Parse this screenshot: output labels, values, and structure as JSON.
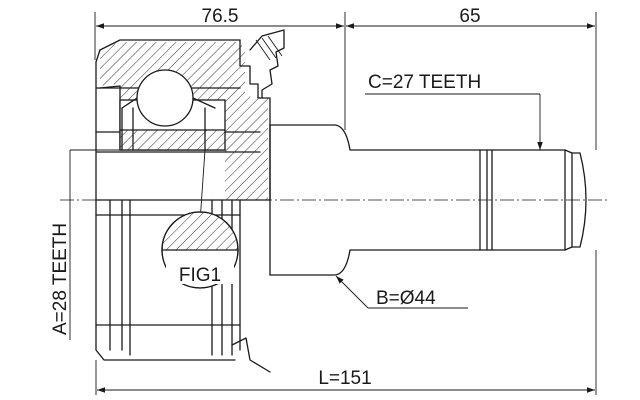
{
  "dimensions": {
    "top_left": "76.5",
    "top_right": "65",
    "bottom_length": "L=151"
  },
  "callouts": {
    "a_teeth": "A=28 TEETH",
    "b_diameter": "B=Ø44",
    "c_teeth": "C=27 TEETH",
    "fig": "FIG1"
  }
}
